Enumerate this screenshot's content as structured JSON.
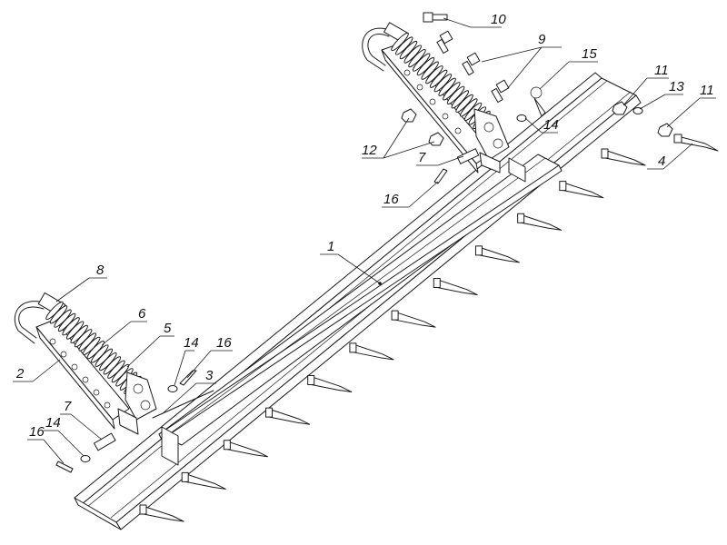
{
  "callouts": [
    {
      "id": "c1",
      "label": "1"
    },
    {
      "id": "c2",
      "label": "2"
    },
    {
      "id": "c3",
      "label": "3"
    },
    {
      "id": "c4",
      "label": "4"
    },
    {
      "id": "c5",
      "label": "5"
    },
    {
      "id": "c6",
      "label": "6"
    },
    {
      "id": "c7a",
      "label": "7"
    },
    {
      "id": "c7b",
      "label": "7"
    },
    {
      "id": "c8",
      "label": "8"
    },
    {
      "id": "c9",
      "label": "9"
    },
    {
      "id": "c10",
      "label": "10"
    },
    {
      "id": "c11a",
      "label": "11"
    },
    {
      "id": "c11b",
      "label": "11"
    },
    {
      "id": "c12",
      "label": "12"
    },
    {
      "id": "c13",
      "label": "13"
    },
    {
      "id": "c14a",
      "label": "14"
    },
    {
      "id": "c14b",
      "label": "14"
    },
    {
      "id": "c14c",
      "label": "14"
    },
    {
      "id": "c15",
      "label": "15"
    },
    {
      "id": "c16a",
      "label": "16"
    },
    {
      "id": "c16b",
      "label": "16"
    },
    {
      "id": "c16c",
      "label": "16"
    }
  ]
}
